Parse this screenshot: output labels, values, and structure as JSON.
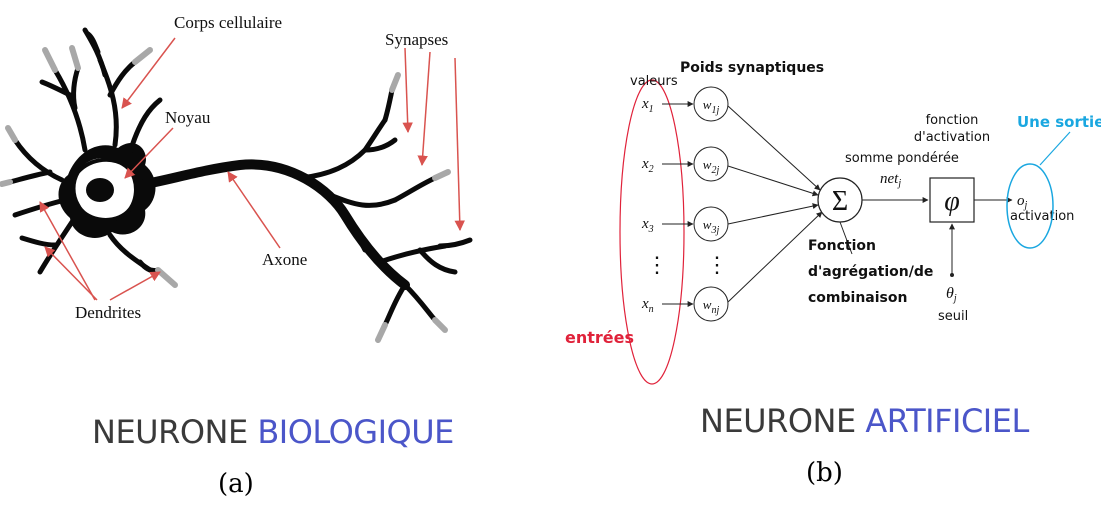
{
  "panel_a": {
    "labels": {
      "corps_cellulaire": "Corps cellulaire",
      "noyau": "Noyau",
      "synapses": "Synapses",
      "axone": "Axone",
      "dendrites": "Dendrites"
    },
    "title": {
      "part1": "NEURONE ",
      "part2": "BIOLOGIQUE"
    },
    "caption": "(a)"
  },
  "panel_b": {
    "labels": {
      "poids_synaptiques": "Poids synaptiques",
      "valeurs": "valeurs",
      "entrees": "entrées",
      "somme_ponderee": "somme pondérée",
      "net_j": "netj",
      "fonction_activation_1": "fonction",
      "fonction_activation_2": "d'activation",
      "une_sortie": "Une sortie",
      "o_j": "oj",
      "activation": "activation",
      "fonction_agregation_1": "Fonction",
      "fonction_agregation_2": "d'agrégation/de",
      "fonction_agregation_3": "combinaison",
      "theta_j": "θj",
      "seuil": "seuil",
      "sigma": "Σ",
      "phi": "φ",
      "vdots": "⋮"
    },
    "inputs": [
      "x1",
      "x2",
      "x3",
      "xn"
    ],
    "weights": [
      "w1j",
      "w2j",
      "w3j",
      "wnj"
    ],
    "title": {
      "part1": "NEURONE ",
      "part2": "ARTIFICIEL"
    },
    "caption": "(b)"
  },
  "colors": {
    "accent_blue": "#4b56c9",
    "title_gray": "#3a3a3a",
    "arrow_red": "#d9534f",
    "entrees_red": "#e0223a",
    "sortie_blue": "#1aa7e0",
    "neuron_black": "#0a0a0a",
    "terminal_gray": "#a8a8a8"
  }
}
